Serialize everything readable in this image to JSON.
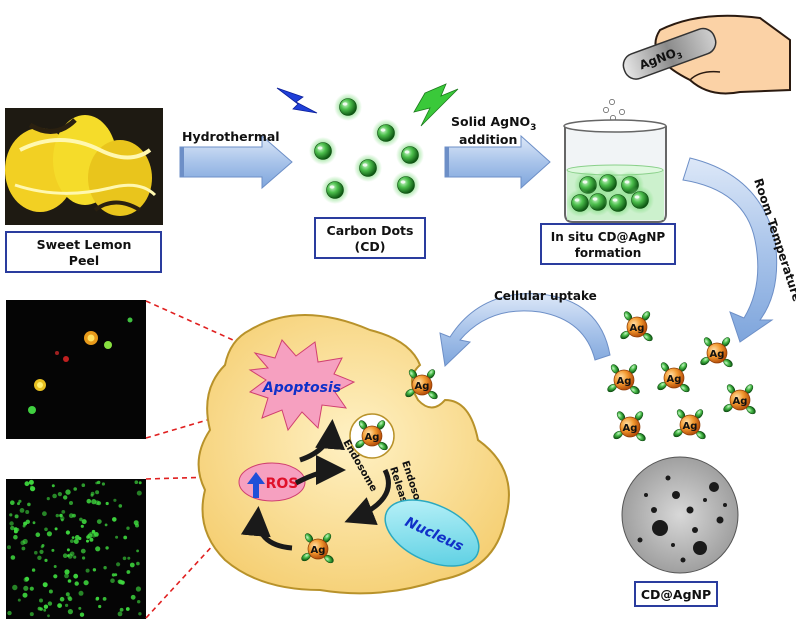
{
  "labels": {
    "lemon": [
      "Sweet Lemon",
      "Peel"
    ],
    "hydrothermal": "Hydrothermal",
    "carbon_dots": [
      "Carbon Dots",
      "(CD)"
    ],
    "addition": [
      "Solid AgNO",
      "3",
      "addition"
    ],
    "reagent": [
      "AgNO",
      "3"
    ],
    "insitu": [
      "In situ CD@AgNP",
      "formation"
    ],
    "room_temp": "Room Temperature",
    "uptake": "Cellular uptake",
    "apoptosis": "Apoptosis",
    "ros": "ROS",
    "endosome": "Endosome",
    "endosomal_release": [
      "Endosomal",
      "Release"
    ],
    "nucleus": "Nucleus",
    "ag": "Ag",
    "product": "CD@AgNP"
  },
  "colors": {
    "dot_green": "#2e8b2e",
    "arrow_blue": "#a9c4ea",
    "cell_fill": "#f8d98a",
    "ag_orange": "#f0801e",
    "box_border": "#2a3c9e",
    "nucleus": "#7fe0ea",
    "apoptosis": "#f6a0c0",
    "lightning_blue": "#1f3fd8",
    "lightning_green": "#3ac93a"
  }
}
